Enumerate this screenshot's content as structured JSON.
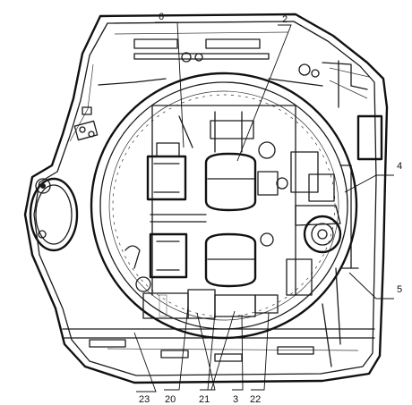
{
  "callouts": [
    {
      "id": "c6",
      "text": "6"
    },
    {
      "id": "c2",
      "text": "2"
    },
    {
      "id": "c4",
      "text": "4"
    },
    {
      "id": "c5",
      "text": "5"
    },
    {
      "id": "c23",
      "text": "23"
    },
    {
      "id": "c20",
      "text": "20"
    },
    {
      "id": "c21",
      "text": "21"
    },
    {
      "id": "c3",
      "text": "3"
    },
    {
      "id": "c22",
      "text": "22"
    }
  ]
}
